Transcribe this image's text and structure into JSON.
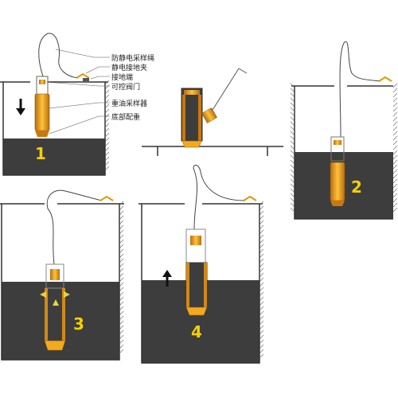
{
  "labels": {
    "rope": "防静电采样绳",
    "clamp": "静电接地夹",
    "terminal": "接地端",
    "valve": "可控阀门",
    "sampler": "重油采样器",
    "weight": "底部配重"
  },
  "steps": [
    "1",
    "2",
    "3",
    "4"
  ],
  "colors": {
    "liquid": "#3d3d3d",
    "sampler": "#f2a91c",
    "sampler_dark": "#b86e10",
    "step_number": "#f5d000",
    "outline": "#333333"
  }
}
